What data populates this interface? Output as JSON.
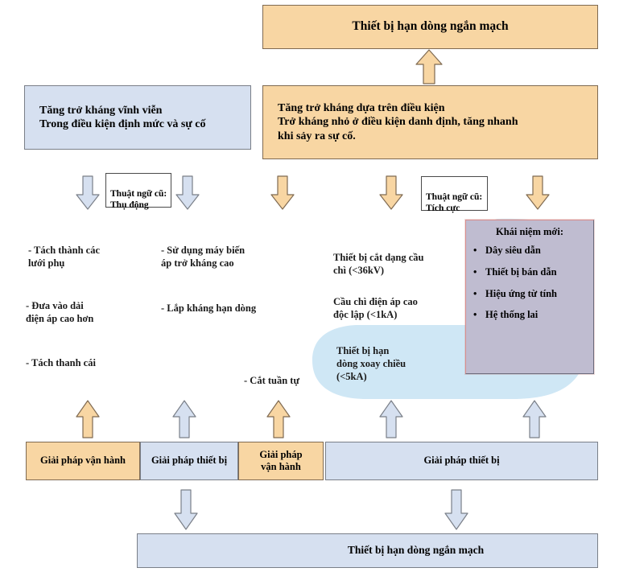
{
  "diagram": {
    "title_top": "Thiết bị hạn dòng ngắn mạch",
    "title_bottom": "Thiết bị hạn dòng ngắn mạch",
    "branch_permanent": "Tăng trở kháng vĩnh viễn\nTrong điều kiện định mức và sự cố",
    "branch_conditional": "Tăng trở kháng dựa trên điều kiện\nTrở kháng nhỏ ở điều kiện danh định, tăng nhanh\nkhi sảy ra sự cố.",
    "term_old_passive": "Thuật ngữ cũ:\nThụ động",
    "term_old_active": "Thuật ngữ cũ:\nTích cực",
    "items": {
      "split_subgrids": "- Tách thành các\nlưới phụ",
      "higher_voltage": "- Đưa vào dải\nđiện áp cao hơn",
      "split_busbar": "- Tách thanh cái",
      "high_impedance_transformer": "- Sử dụng máy biến\náp trở kháng cao",
      "current_limiting_reactor": "- Lắp kháng hạn dòng",
      "sequential_switching": "- Cắt tuần tự",
      "fuse_type_breaker": "Thiết bị cắt dạng cầu\nchì (<36kV)",
      "standalone_hv_fuse": "Cầu chì điện áp cao\nđộc lập (<1kA)",
      "ac_current_limiter": "Thiết bị hạn\ndòng xoay chiều\n(<5kA)"
    },
    "concept": {
      "title": "Khái niệm mới:",
      "bullet_glyph": "•",
      "items": [
        "Dây siêu dẫn",
        "Thiết bị bán dẫn",
        "Hiệu ứng từ tính",
        "Hệ thống lai"
      ]
    },
    "solutions": [
      {
        "label": "Giải pháp vận hành",
        "color": "orange"
      },
      {
        "label": "Giải pháp thiết bị",
        "color": "blue"
      },
      {
        "label": "Giải pháp\nvận hành",
        "color": "orange"
      },
      {
        "label": "Giải pháp thiết bị",
        "color": "blue"
      }
    ],
    "colors": {
      "orange_fill": "#f8d6a3",
      "orange_stroke": "#7f6a52",
      "blue_fill": "#d6e0f0",
      "blue_stroke": "#7a7f88",
      "cloud_fill": "#cfe7f5",
      "concept_fill": "#bfbcd0",
      "concept_accent": "#d98e8e",
      "arrow_orange_fill": "#f8d6a3",
      "arrow_blue_fill": "#d6e0f0"
    }
  }
}
